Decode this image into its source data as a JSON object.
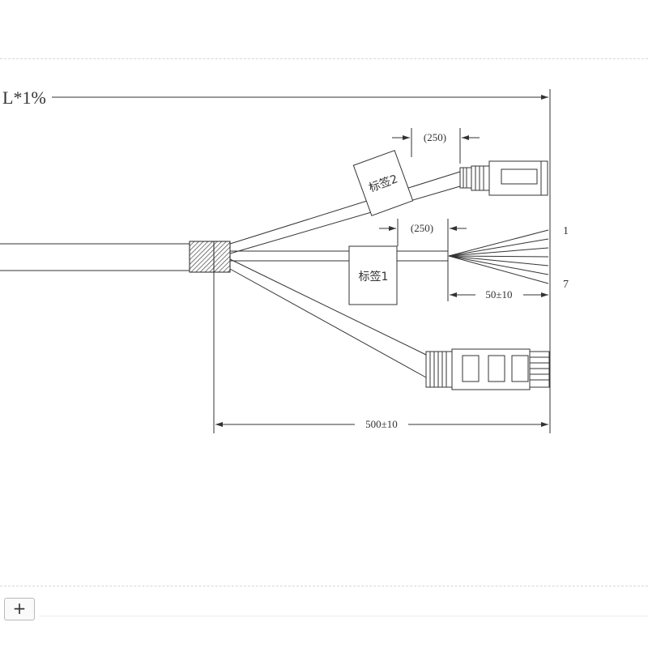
{
  "diagram": {
    "overall_length_label": "L*1%",
    "label_tag_1": "标签1",
    "label_tag_2": "标签2",
    "dim_label_250_upper": "(250)",
    "dim_label_250_lower": "(250)",
    "dim_wire_length": "50±10",
    "dim_breakout_length": "500±10",
    "wire_start_number": "1",
    "wire_end_number": "7"
  },
  "toolbar": {
    "add_sheet_label": "+"
  },
  "colors": {
    "line": "#333333",
    "dash": "#d6d6d6",
    "background": "#ffffff"
  }
}
